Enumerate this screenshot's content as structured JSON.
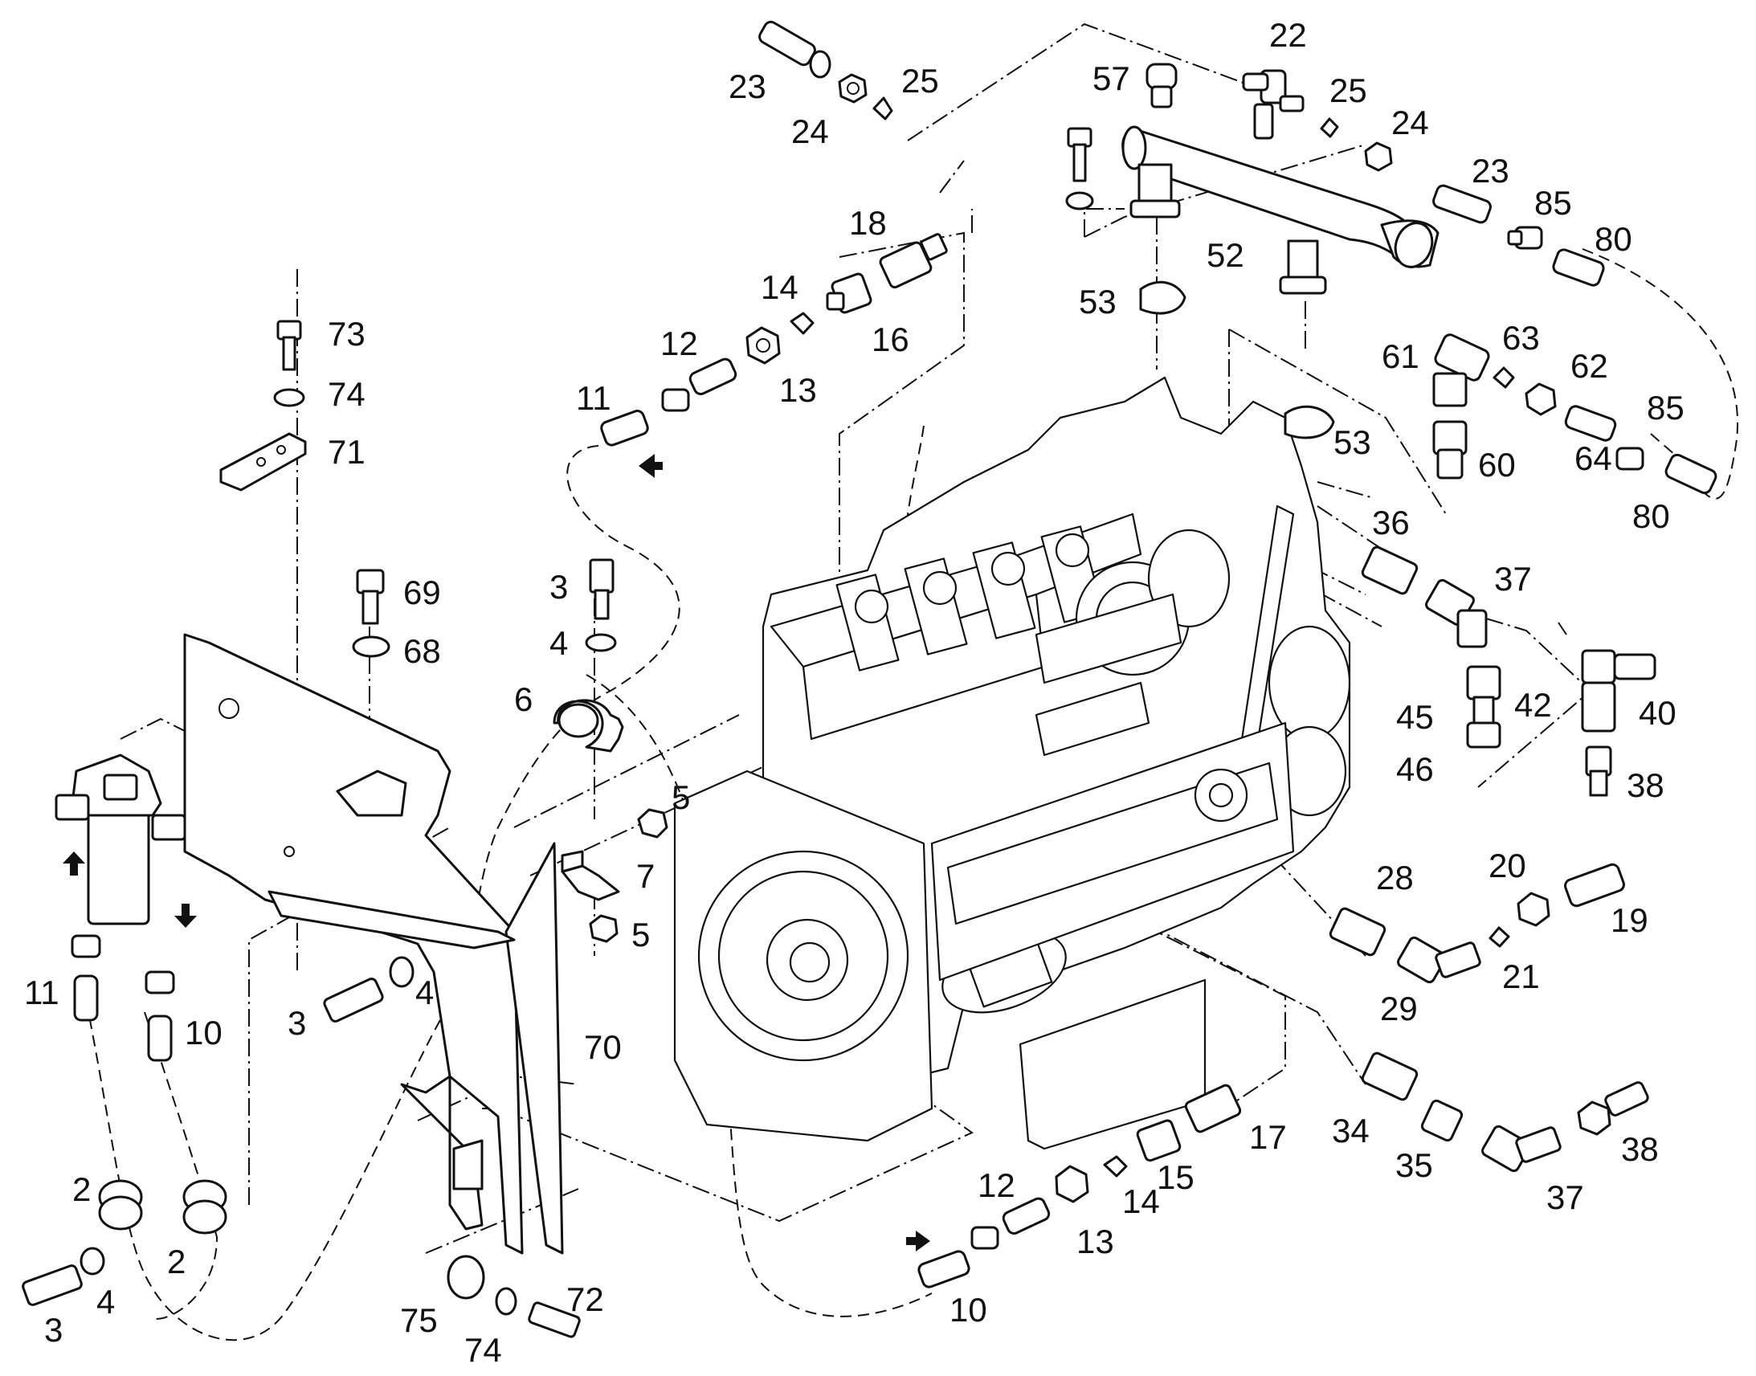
{
  "callouts": {
    "c23a": "23",
    "c24a": "24",
    "c25a": "25",
    "c22": "22",
    "c57": "57",
    "c25b": "25",
    "c24b": "24",
    "c23b": "23",
    "c85a": "85",
    "c80a": "80",
    "c52": "52",
    "c53a": "53",
    "c18": "18",
    "c14a": "14",
    "c16": "16",
    "c12a": "12",
    "c13a": "13",
    "c11a": "11",
    "c73": "73",
    "c74a": "74",
    "c71": "71",
    "c61": "61",
    "c63": "63",
    "c62": "62",
    "c85b": "85",
    "c60": "60",
    "c64": "64",
    "c53b": "53",
    "c80b": "80",
    "c36": "36",
    "c37a": "37",
    "c69": "69",
    "c68": "68",
    "c3a": "3",
    "c4a": "4",
    "c6": "6",
    "c45": "45",
    "c42": "42",
    "c40": "40",
    "c46": "46",
    "c38a": "38",
    "c5a": "5",
    "c7": "7",
    "c5b": "5",
    "c28": "28",
    "c20": "20",
    "c19": "19",
    "c21": "21",
    "c29": "29",
    "c11b": "11",
    "c10a": "10",
    "c3b": "3",
    "c4b": "4",
    "c70": "70",
    "c34": "34",
    "c38b": "38",
    "c35": "35",
    "c37b": "37",
    "c17": "17",
    "c15": "15",
    "c14b": "14",
    "c12b": "12",
    "c13b": "13",
    "c2a": "2",
    "c2b": "2",
    "c3c": "3",
    "c4c": "4",
    "c75": "75",
    "c74b": "74",
    "c72": "72",
    "c10b": "10"
  }
}
